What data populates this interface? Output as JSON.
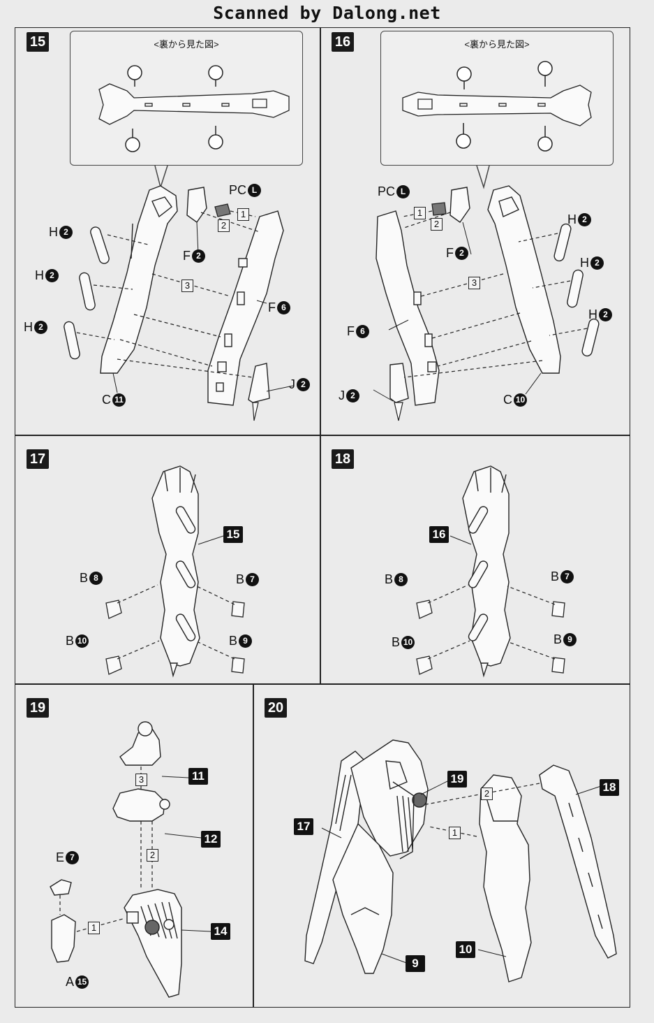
{
  "watermark": "Scanned by Dalong.net",
  "back_view_label": "<裏から見た図>",
  "steps": {
    "s15": "15",
    "s16": "16",
    "s17": "17",
    "s18": "18",
    "s19": "19",
    "s20": "20"
  },
  "part_letters": {
    "PC": "PC",
    "H": "H",
    "F": "F",
    "C": "C",
    "J": "J",
    "B": "B",
    "E": "E",
    "A": "A"
  },
  "part_numbers": {
    "L": "L",
    "n2": "2",
    "n6": "6",
    "n7": "7",
    "n8": "8",
    "n9": "9",
    "n10": "10",
    "n11": "11",
    "n15": "15"
  },
  "order": {
    "o1": "1",
    "o2": "2",
    "o3": "3"
  },
  "refs": {
    "r9": "9",
    "r10": "10",
    "r11": "11",
    "r12": "12",
    "r14": "14",
    "r15": "15",
    "r16": "16",
    "r17": "17",
    "r18": "18",
    "r19": "19"
  },
  "colors": {
    "ink": "#111111",
    "paper": "#ebebeb",
    "line": "#222222"
  }
}
